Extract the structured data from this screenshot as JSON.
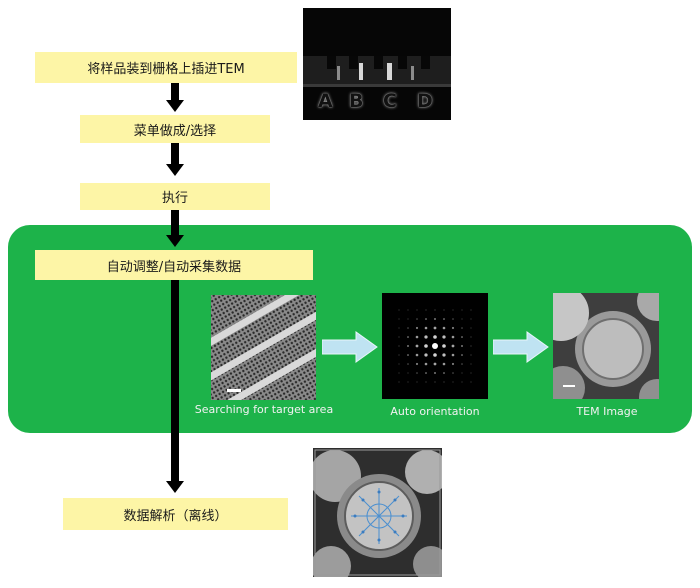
{
  "steps": {
    "load": "将样品装到栅格上插进TEM",
    "menu": "菜单做成/选择",
    "run": "执行",
    "auto": "自动调整/自动采集数据",
    "analysis": "数据解析（离线）"
  },
  "grid_labels": [
    "A",
    "B",
    "C",
    "D"
  ],
  "captions": {
    "search": "Searching for target area",
    "orient": "Auto orientation",
    "tem": "TEM Image"
  },
  "colors": {
    "step_fill": "#fdf5a6",
    "panel_green": "#1db34a",
    "flow_arrow": "#000000",
    "process_arrow": "#bfe3f2"
  }
}
